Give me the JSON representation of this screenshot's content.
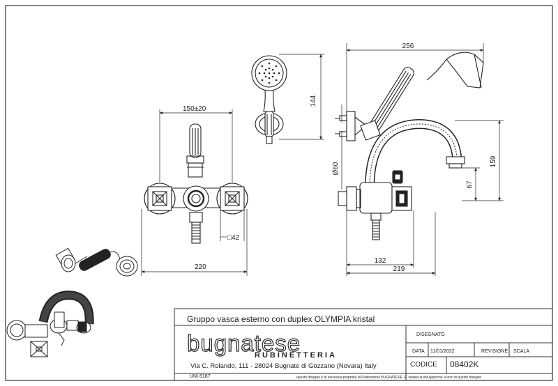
{
  "dimensions": {
    "handshower_height": "144",
    "center_distance": "150±20",
    "handle_square": "□42",
    "overall_width_front": "220",
    "spout_reach": "256",
    "spout_height": "159",
    "outlet_diameter": "Ø60",
    "body_height": "67",
    "side_depth_short": "132",
    "side_depth_long": "219"
  },
  "title_block": {
    "product_title": "Gruppo vasca esterno con duplex OLYMPIA kristal",
    "brand": "bugnatese",
    "brand_subtitle": "RUBINETTERIA",
    "address": "Via C. Rolando, 111 - 28024 Bugnate di Gozzano (Novara) Italy",
    "standard": "UNI 8187",
    "legal_notice": "questo disegno è di esclusiva proprietà di Rubinetteria BUGNATESE. E' vietata la divulgazione a terzi di questo disegno",
    "drawn_label": "DISEGNATO",
    "date_label": "DATA",
    "date_value": "11/01/2022",
    "revision_label": "REVISIONE",
    "scale_label": "SCALA",
    "code_label": "CODICE",
    "code_value": "08402K"
  }
}
